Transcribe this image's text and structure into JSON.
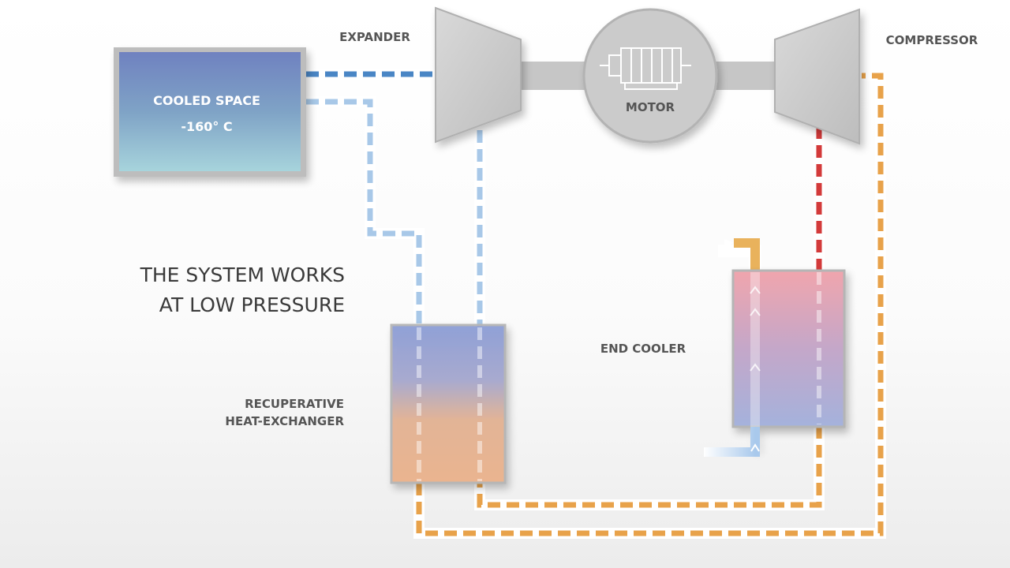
{
  "labels": {
    "expander": "EXPANDER",
    "compressor": "COMPRESSOR",
    "motor": "MOTOR",
    "cooled_space_title": "COOLED SPACE",
    "cooled_space_temp": "-160° C",
    "headline_line1": "THE SYSTEM WORKS",
    "headline_line2": "AT LOW PRESSURE",
    "end_cooler": "END COOLER",
    "heat_exchanger_line1": "RECUPERATIVE",
    "heat_exchanger_line2": "HEAT-EXCHANGER"
  },
  "colors": {
    "pipe_cold_dark": "#4a86c5",
    "pipe_cold_light": "#a8c8e8",
    "pipe_warm": "#e8a24a",
    "pipe_hot": "#d33a3a",
    "machine_gray": "#c9c9c9",
    "label_gray": "#555555"
  },
  "icons": {
    "motor": "motor-icon",
    "flow_arrows": "flow-arrows-icon"
  }
}
